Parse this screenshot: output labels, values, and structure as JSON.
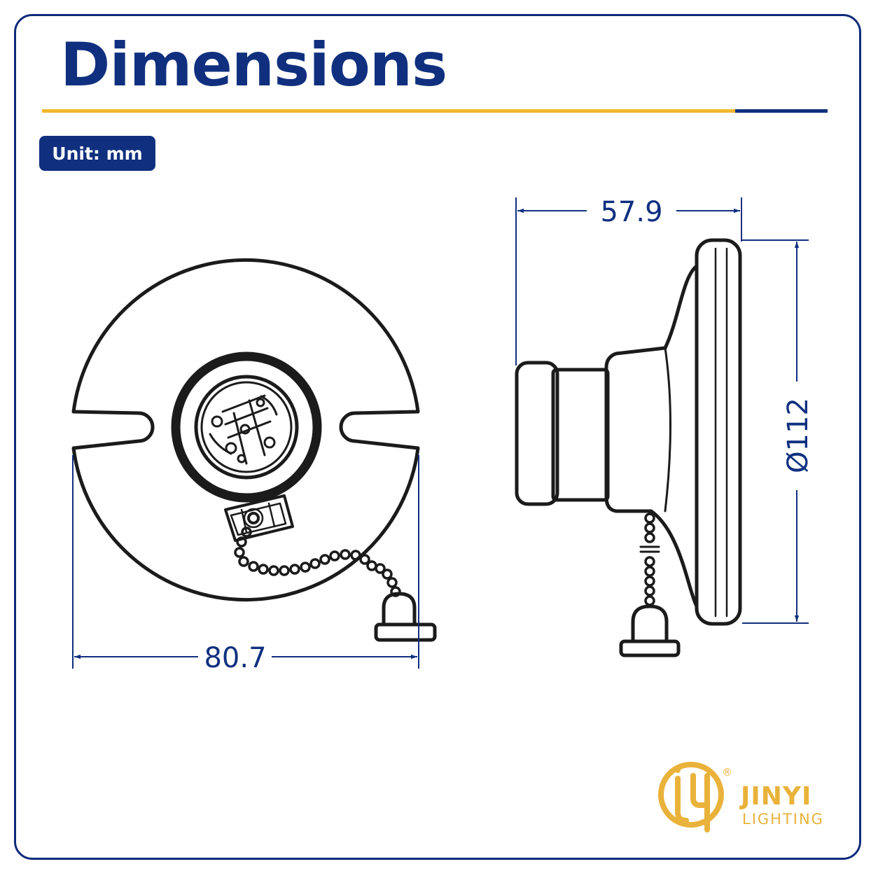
{
  "header": {
    "title": "Dimensions",
    "unit_label": "Unit: mm"
  },
  "dimensions": {
    "front_width": "80.7",
    "side_depth": "57.9",
    "side_diameter": "Ø112"
  },
  "brand": {
    "name": "JINYI",
    "subtitle": "LIGHTING",
    "registered_mark": "®"
  },
  "colors": {
    "navy": "#10307f",
    "gold": "#f1b82c",
    "line": "#1b1b1b",
    "dim_line": "#10307f"
  }
}
